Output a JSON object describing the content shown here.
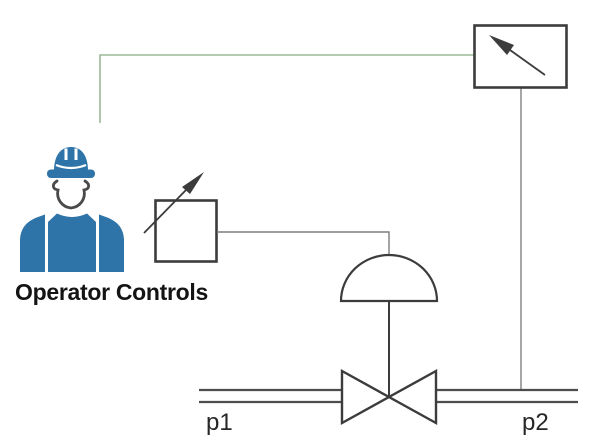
{
  "diagram": {
    "type": "control-loop-schematic",
    "labels": {
      "operator": "Operator Controls",
      "pressure_upstream": "p1",
      "pressure_downstream": "p2"
    },
    "icons": {
      "operator": "worker-hardhat-icon",
      "indicator": "gauge-needle-icon",
      "controller": "adjustable-setpoint-icon",
      "actuator": "diaphragm-actuator-dome",
      "valve": "globe-valve-bowtie"
    },
    "colors": {
      "signal_green": "#9cb897",
      "line_dark": "#3c3c3c",
      "connector_gray": "#7d7d7d",
      "tap_gray": "#8f8f8f",
      "pipe_dark": "#4d4d4d",
      "worker_blue": "#2e74a8",
      "strap_gray": "#4a4a4a",
      "text_dark": "#141414",
      "background": "#ffffff"
    }
  }
}
